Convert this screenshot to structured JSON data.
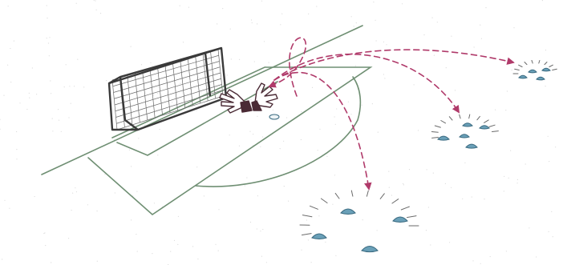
{
  "colors": {
    "background": "#ffffff",
    "paper_speckle": "#dcdcdc",
    "pitch_line": "#6f8f73",
    "goal_frame": "#3a3a3a",
    "goal_net": "#6a6a6a",
    "gloves_fill": "#ffffff",
    "gloves_stroke": "#4a2a35",
    "trajectory": "#b03a6a",
    "cone_fill": "#6aa0b8",
    "cone_stroke": "#3a6a80",
    "sparkle": "#6a6a6a"
  },
  "icons": {
    "goal": "goal-icon",
    "gloves": "goalkeeper-gloves-icon",
    "cone": "cone-marker-icon",
    "ball": "ball-icon",
    "arrow": "dashed-arrow-icon"
  },
  "targets": [
    {
      "id": "far-right",
      "cone_count": 4,
      "sparkles": true
    },
    {
      "id": "middle-right",
      "cone_count": 5,
      "sparkles": true
    },
    {
      "id": "front",
      "cone_count": 4,
      "sparkles": true
    }
  ]
}
